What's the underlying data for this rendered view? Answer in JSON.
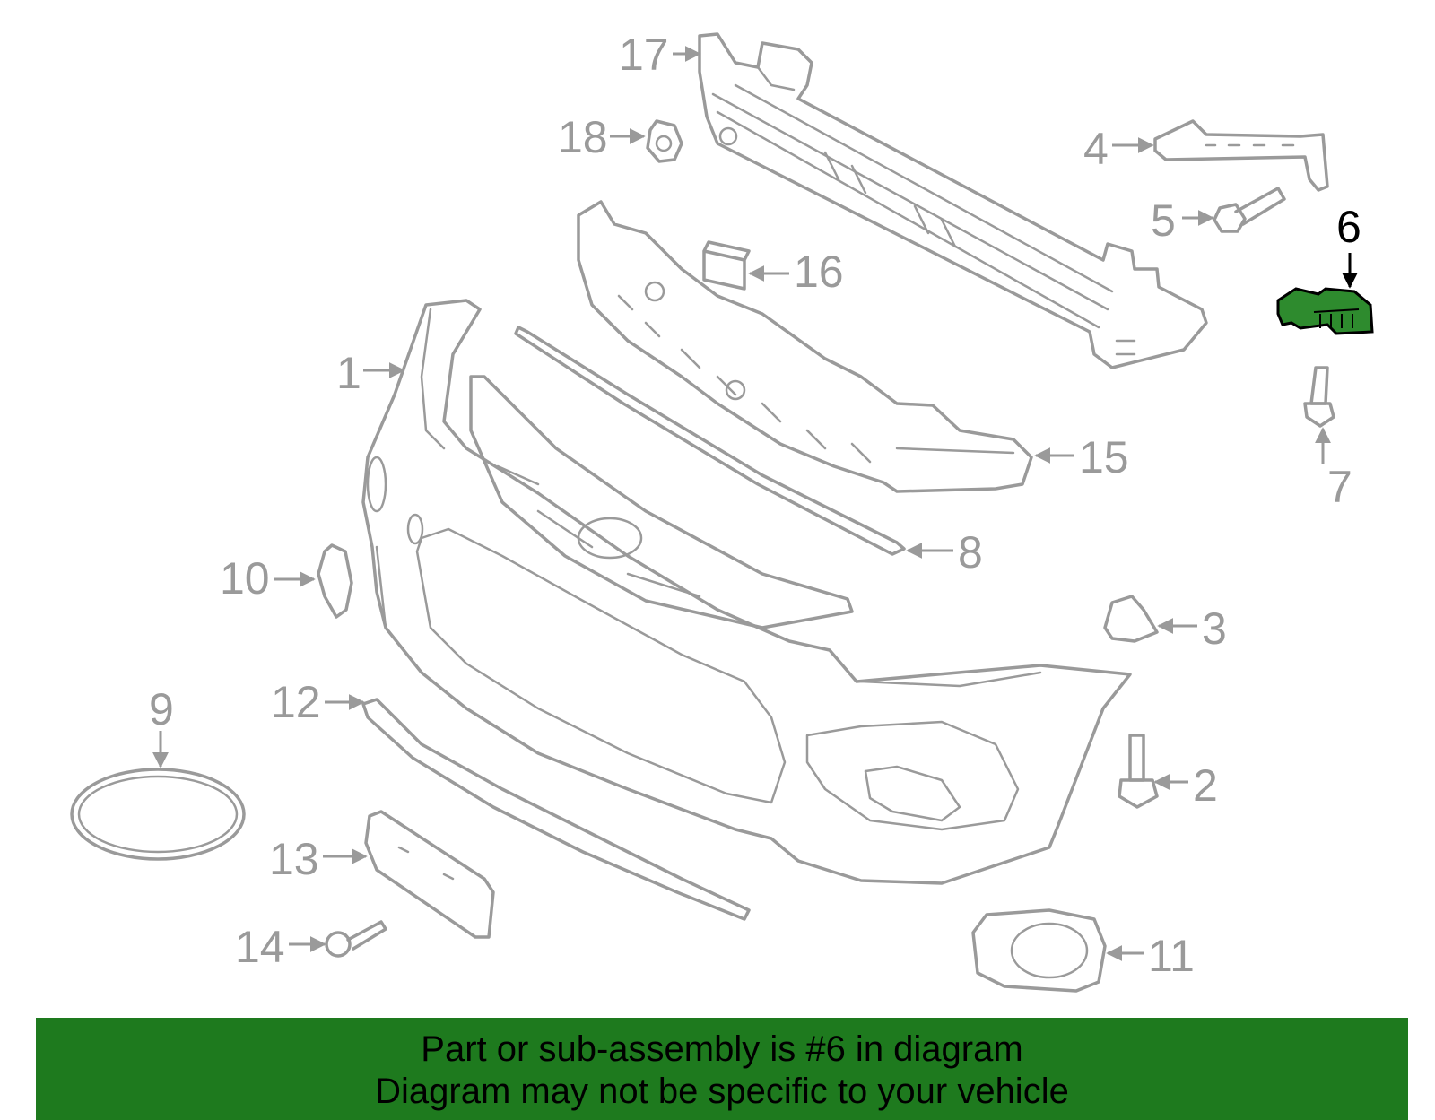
{
  "diagram": {
    "highlight_color": "#1e7a1e",
    "highlighted_part": "6",
    "callouts": [
      "1",
      "2",
      "3",
      "4",
      "5",
      "6",
      "7",
      "8",
      "9",
      "10",
      "11",
      "12",
      "13",
      "14",
      "15",
      "16",
      "17",
      "18"
    ]
  },
  "banner": {
    "line1": "Part or sub-assembly is #6 in diagram",
    "line2": "Diagram may not be specific to your vehicle",
    "background": "#1e7a1e"
  }
}
